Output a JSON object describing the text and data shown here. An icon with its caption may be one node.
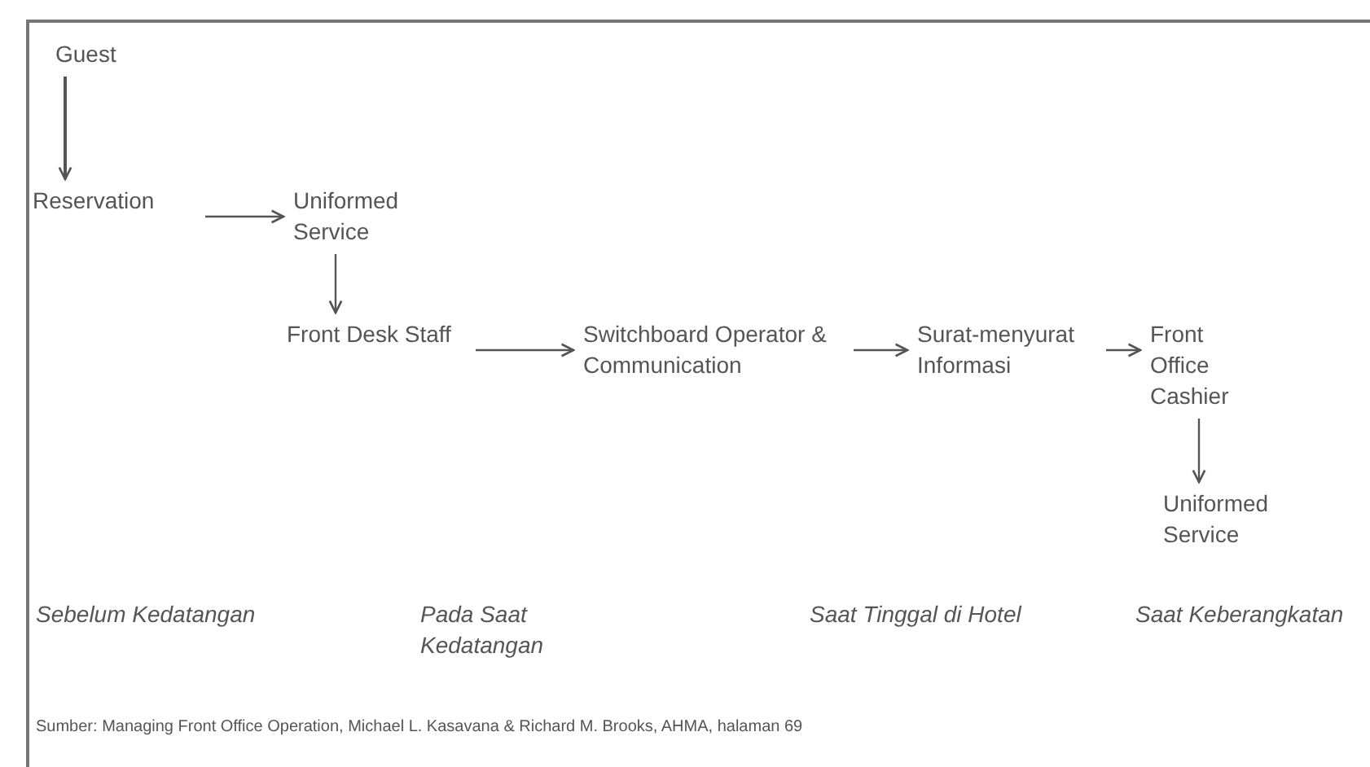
{
  "diagram": {
    "nodes": [
      {
        "text": [
          "Guest"
        ]
      },
      {
        "text": [
          "Reservation"
        ]
      },
      {
        "text": [
          "Uniformed Service"
        ]
      },
      {
        "text": [
          "Front Desk Staff"
        ]
      },
      {
        "text": [
          "Switchboard Operator & Communication"
        ]
      },
      {
        "text": [
          "Surat-menyurat Informasi"
        ]
      },
      {
        "text": [
          "Front Office Cashier"
        ]
      },
      {
        "text": [
          "Uniformed Service"
        ]
      }
    ],
    "edges": [
      {
        "from": 0,
        "to": 1,
        "arrow": "to"
      },
      {
        "from": 1,
        "to": 2,
        "arrow": "to"
      },
      {
        "from": 2,
        "to": 3,
        "arrow": "to"
      },
      {
        "from": 3,
        "to": 4,
        "arrow": "to"
      },
      {
        "from": 4,
        "to": 5,
        "arrow": "to"
      },
      {
        "from": 5,
        "to": 6,
        "arrow": "to"
      },
      {
        "from": 6,
        "to": 7,
        "arrow": "to"
      }
    ],
    "labels": [
      "Sebelum Kedatangan",
      "Pada Saat Kedatangan",
      "Saat Tinggal di Hotel",
      "Saat Keberangkatan",
      "Sumber: Managing Front Office Operation, Michael L. Kasavana & Richard M. Brooks, AHMA, halaman 69"
    ]
  }
}
